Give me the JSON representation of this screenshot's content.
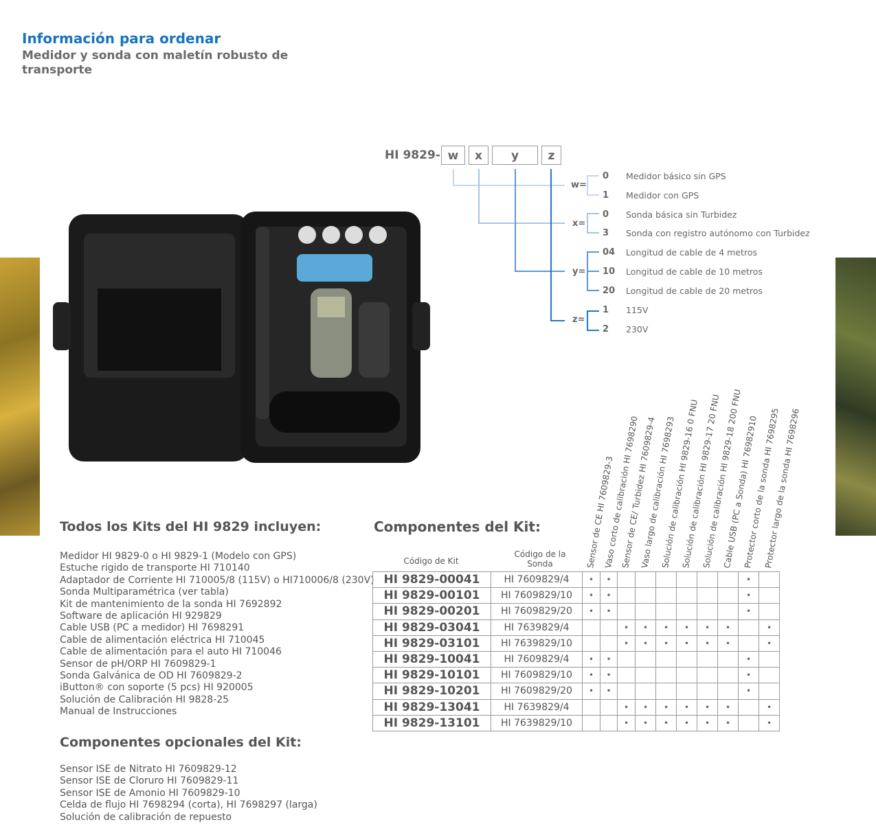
{
  "header": {
    "title": "Información para ordenar",
    "subtitle": "Medidor y sonda con maletín robusto de transporte"
  },
  "code": {
    "prefix": "HI 9829-",
    "boxes": [
      "w",
      "x",
      "y",
      "z"
    ],
    "groups": [
      {
        "label": "w=",
        "options": [
          {
            "code": "0",
            "desc": "Medidor básico sin GPS"
          },
          {
            "code": "1",
            "desc": "Medidor con GPS"
          }
        ]
      },
      {
        "label": "x=",
        "options": [
          {
            "code": "0",
            "desc": "Sonda básica sin Turbidez"
          },
          {
            "code": "3",
            "desc": "Sonda con registro autónomo con Turbidez"
          }
        ]
      },
      {
        "label": "y=",
        "options": [
          {
            "code": "04",
            "desc": "Longitud de cable de 4 metros"
          },
          {
            "code": "10",
            "desc": "Longitud de cable de 10 metros"
          },
          {
            "code": "20",
            "desc": "Longitud de cable de 20 metros"
          }
        ]
      },
      {
        "label": "z=",
        "options": [
          {
            "code": "1",
            "desc": "115V"
          },
          {
            "code": "2",
            "desc": "230V"
          }
        ]
      }
    ],
    "colors": [
      "#c4d8ee",
      "#a6c4e6",
      "#5d97d2",
      "#1f78c4"
    ]
  },
  "included": {
    "title": "Todos los Kits del HI 9829 incluyen:",
    "items": [
      "Medidor HI 9829-0 o HI 9829-1 (Modelo con GPS)",
      "Estuche rigido de transporte HI 710140",
      "Adaptador de Corriente HI 710005/8 (115V) o HI710006/8 (230V)",
      "Sonda Multiparamétrica (ver tabla)",
      "Kit de mantenimiento de la sonda HI 7692892",
      "Software de aplicación HI 929829",
      "Cable USB (PC a medidor) HI 7698291",
      "Cable de alimentación eléctrica HI 710045",
      "Cable de alimentación para el auto HI 710046",
      "Sensor de pH/ORP HI 7609829-1",
      "Sonda Galvánica de OD HI 7609829-2",
      "iButton® con soporte (5 pcs) HI 920005",
      "Solución de Calibración HI 9828-25",
      "Manual de Instrucciones"
    ]
  },
  "optional": {
    "title": "Componentes opcionales del Kit:",
    "items": [
      "Sensor ISE de Nitrato HI 7609829-12",
      "Sensor ISE de Cloruro HI 7609829-11",
      "Sensor ISE de Amonio HI 7609829-10",
      "Celda de flujo HI 7698294 (corta), HI 7698297 (larga)",
      "Solución de calibración de repuesto"
    ]
  },
  "components": {
    "title": "Componentes del Kit:",
    "col_kit": "Código de Kit",
    "col_probe": "Código de la Sonda",
    "columns": [
      "Sensor de CE HI 7609829-3",
      "Vaso corto de calibración HI 7698290",
      "Sensor de CE/ Turbidez HI 7609829-4",
      "Vaso largo de calibración HI 7698293",
      "Solución de calibración HI 9829-16 0 FNU",
      "Solución de calibración  HI 9829-17 20 FNU",
      "Solución de calibración  HI 9829-18 200 FNU",
      "Cable USB (PC a Sonda) HI 76982910",
      "Protector corto de la sonda  HI 7698295",
      "Protector largo de la sonda HI 7698296"
    ],
    "dot": "•",
    "rows": [
      {
        "kit": "HI 9829-00041",
        "probe": "HI 7609829/4",
        "marks": [
          1,
          1,
          0,
          0,
          0,
          0,
          0,
          0,
          1,
          0
        ]
      },
      {
        "kit": "HI 9829-00101",
        "probe": "HI 7609829/10",
        "marks": [
          1,
          1,
          0,
          0,
          0,
          0,
          0,
          0,
          1,
          0
        ]
      },
      {
        "kit": "HI 9829-00201",
        "probe": "HI 7609829/20",
        "marks": [
          1,
          1,
          0,
          0,
          0,
          0,
          0,
          0,
          1,
          0
        ]
      },
      {
        "kit": "HI 9829-03041",
        "probe": "HI 7639829/4",
        "marks": [
          0,
          0,
          1,
          1,
          1,
          1,
          1,
          1,
          0,
          1
        ]
      },
      {
        "kit": "HI 9829-03101",
        "probe": "HI 7639829/10",
        "marks": [
          0,
          0,
          1,
          1,
          1,
          1,
          1,
          1,
          0,
          1
        ]
      },
      {
        "kit": "HI 9829-10041",
        "probe": "HI 7609829/4",
        "marks": [
          1,
          1,
          0,
          0,
          0,
          0,
          0,
          0,
          1,
          0
        ]
      },
      {
        "kit": "HI 9829-10101",
        "probe": "HI 7609829/10",
        "marks": [
          1,
          1,
          0,
          0,
          0,
          0,
          0,
          0,
          1,
          0
        ]
      },
      {
        "kit": "HI 9829-10201",
        "probe": "HI 7609829/20",
        "marks": [
          1,
          1,
          0,
          0,
          0,
          0,
          0,
          0,
          1,
          0
        ]
      },
      {
        "kit": "HI 9829-13041",
        "probe": "HI 7639829/4",
        "marks": [
          0,
          0,
          1,
          1,
          1,
          1,
          1,
          1,
          0,
          1
        ]
      },
      {
        "kit": "HI 9829-13101",
        "probe": "HI 7639829/10",
        "marks": [
          0,
          0,
          1,
          1,
          1,
          1,
          1,
          1,
          0,
          1
        ]
      }
    ]
  }
}
